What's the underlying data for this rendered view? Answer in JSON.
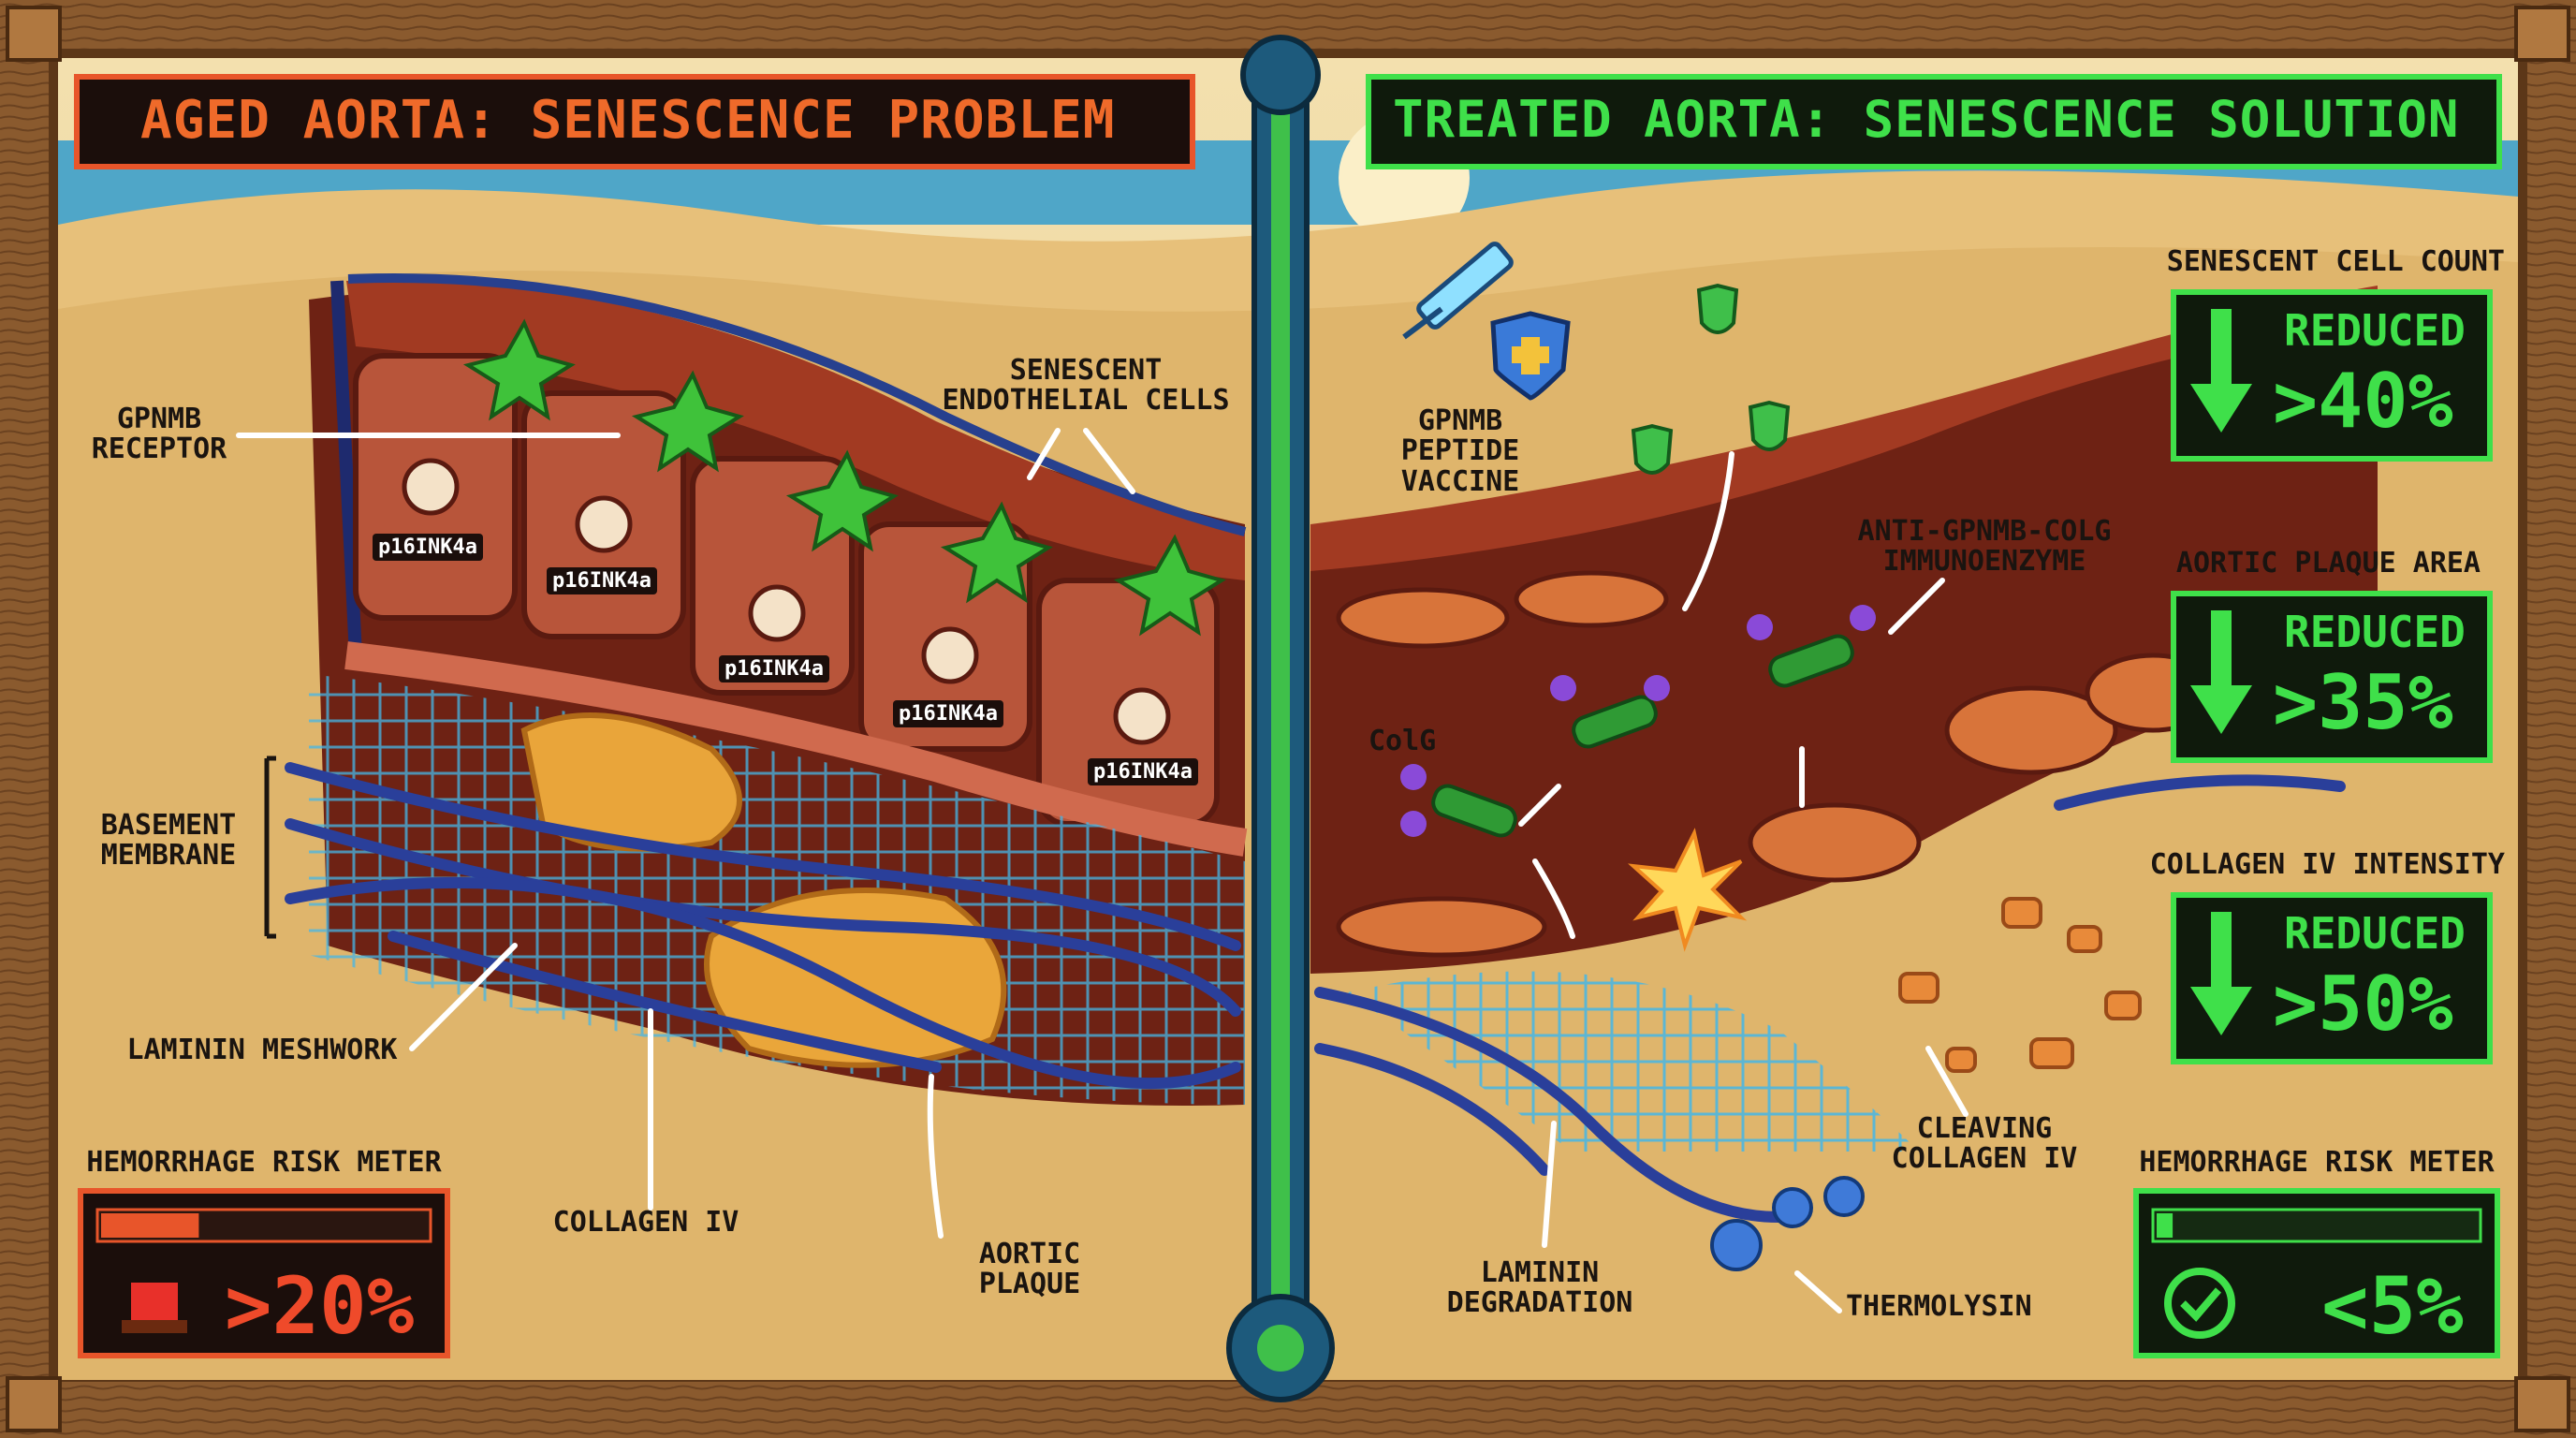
{
  "titles": {
    "left": "AGED AORTA: SENESCENCE PROBLEM",
    "right": "TREATED AORTA: SENESCENCE SOLUTION"
  },
  "left_labels": {
    "gpnmb_receptor": "GPNMB\nRECEPTOR",
    "senescent_cells": "SENESCENT\nENDOTHELIAL CELLS",
    "basement_membrane": "BASEMENT\nMEMBRANE",
    "laminin_meshwork": "LAMININ MESHWORK",
    "collagen_iv": "COLLAGEN IV",
    "aortic_plaque": "AORTIC\nPLAQUE",
    "p16": "p16INK4a"
  },
  "right_labels": {
    "vaccine": "GPNMB\nPEPTIDE\nVACCINE",
    "immunoenzyme": "ANTI-GPNMB-COLG\nIMMUNOENZYME",
    "colg": "ColG",
    "laminin_degradation": "LAMININ\nDEGRADATION",
    "cleaving_collagen": "CLEAVING\nCOLLAGEN IV",
    "thermolysin": "THERMOLYSIN"
  },
  "left_meter": {
    "label": "HEMORRHAGE RISK METER",
    "value": ">20%",
    "fill_fraction": 0.3
  },
  "right_meter": {
    "label": "HEMORRHAGE RISK METER",
    "value": "<5%",
    "fill_fraction": 0.05
  },
  "stats": [
    {
      "label": "SENESCENT CELL COUNT",
      "status": "REDUCED",
      "value": ">40%"
    },
    {
      "label": "AORTIC PLAQUE AREA",
      "status": "REDUCED",
      "value": ">35%"
    },
    {
      "label": "COLLAGEN IV INTENSITY",
      "status": "REDUCED",
      "value": ">50%"
    }
  ],
  "colors": {
    "frame": "#8a5a2e",
    "sand": "#e8c888",
    "tissue": "#7a2618",
    "red_accent": "#e8552a",
    "green_accent": "#3fe04a",
    "panel_bg": "#0f1a0c"
  }
}
